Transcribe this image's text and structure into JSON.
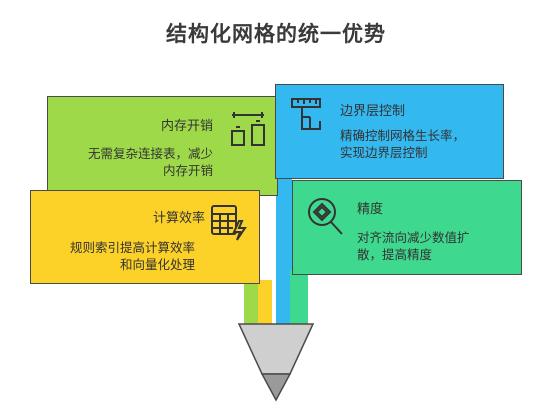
{
  "title": "结构化网格的统一优势",
  "cards": [
    {
      "title": "内存开销",
      "desc": [
        "无需复杂连接表，减少",
        "内存开销"
      ],
      "icon": "memory-icon",
      "color": "#9ed94a"
    },
    {
      "title": "边界层控制",
      "desc": [
        "精确控制网格生长率，",
        "实现边界层控制"
      ],
      "icon": "ruler-icon",
      "color": "#34b8f0"
    },
    {
      "title": "计算效率",
      "desc": [
        "规则索引提高计算效率",
        "和向量化处理"
      ],
      "icon": "calculator-icon",
      "color": "#fcd128"
    },
    {
      "title": "精度",
      "desc": [
        "对齐流向减少数值扩",
        "散，提高精度"
      ],
      "icon": "zoom-icon",
      "color": "#3fd88f"
    }
  ]
}
